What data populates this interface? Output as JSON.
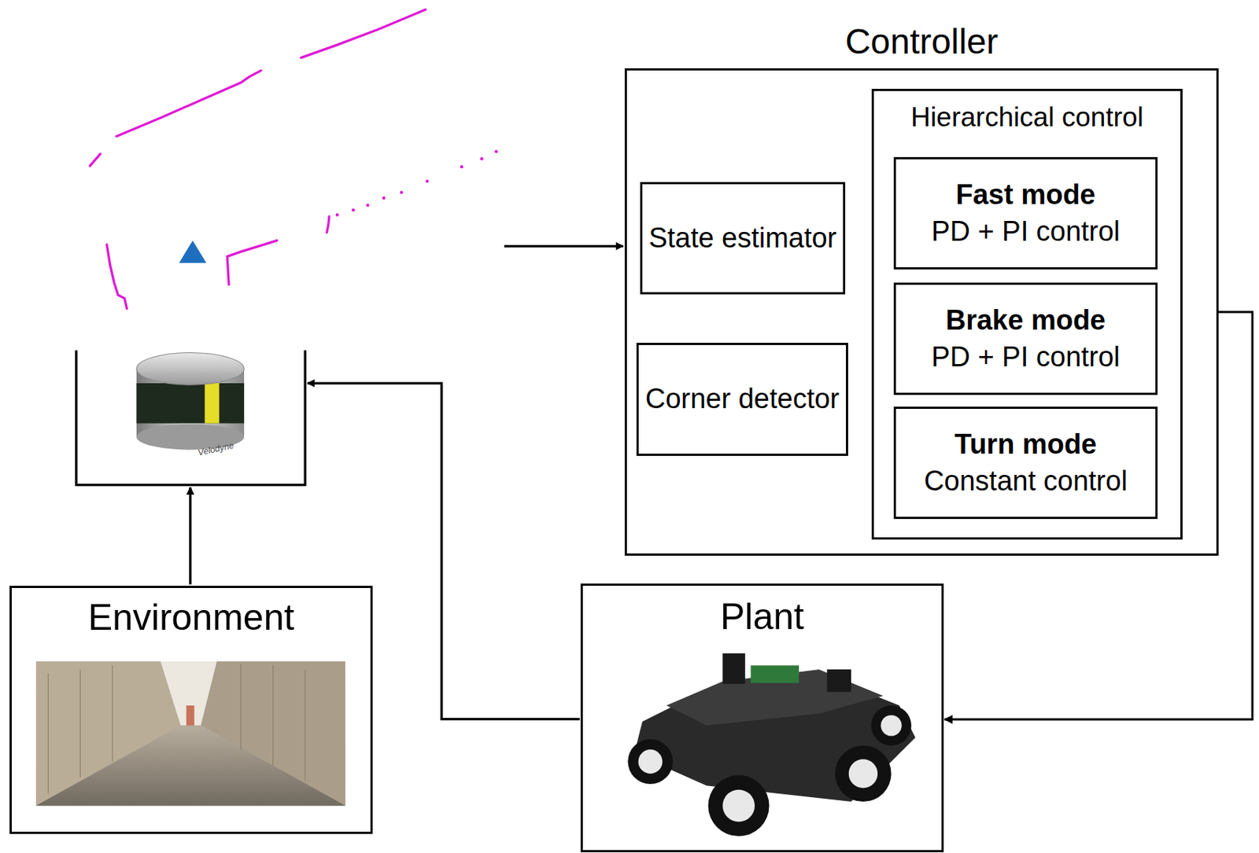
{
  "diagram": {
    "nodes": [
      {
        "text": [
          "Controller"
        ]
      },
      {
        "text": [
          "State estimator"
        ],
        "in": 0
      },
      {
        "text": [
          "Corner detector"
        ],
        "in": 0
      },
      {
        "text": [
          "Hierarchical control"
        ],
        "in": 0
      },
      {
        "text": [
          "Fast mode",
          "PD + PI control"
        ],
        "in": 3
      },
      {
        "text": [
          "Brake mode",
          "PD + PI control"
        ],
        "in": 3
      },
      {
        "text": [
          "Turn mode",
          "Constant control"
        ],
        "in": 3
      },
      {
        "text": [
          "Environment"
        ]
      },
      {
        "text": [
          "Plant"
        ]
      }
    ],
    "edges": [
      {
        "from": 0,
        "to": 8,
        "arrow": "to"
      }
    ],
    "labels": [
      "Velodyne"
    ]
  }
}
